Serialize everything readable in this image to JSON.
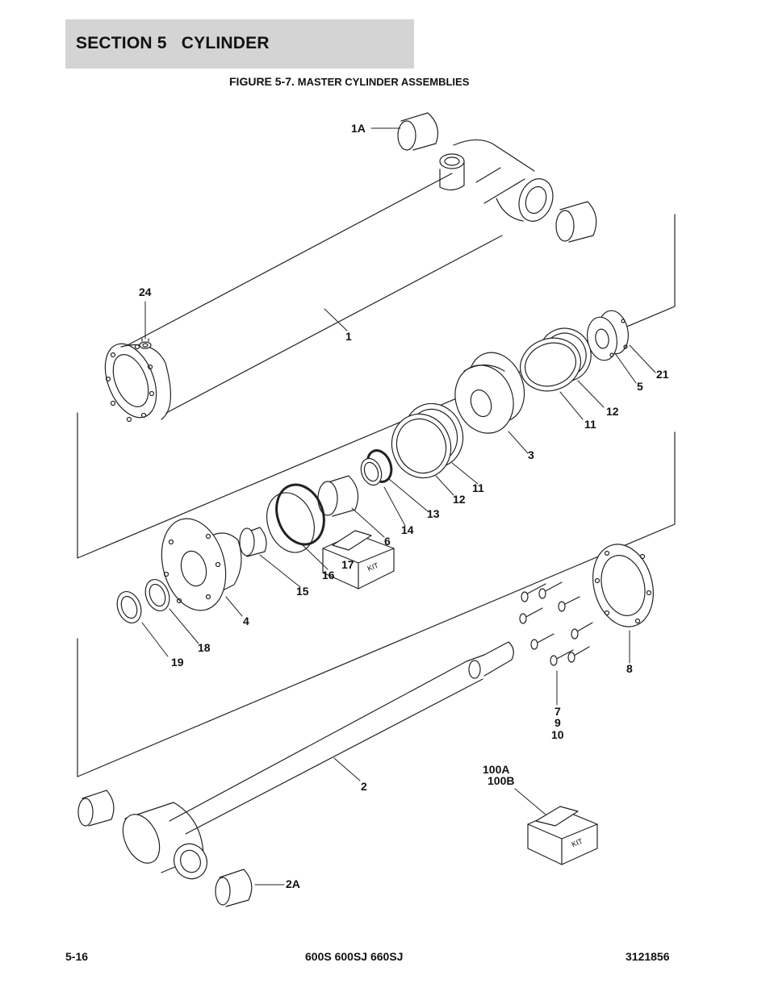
{
  "header": {
    "section_title": "SECTION 5   CYLINDER",
    "figure_number": "FIGURE 5-7.",
    "figure_title": "MASTER CYLINDER ASSEMBLIES"
  },
  "callouts": {
    "c1A": "1A",
    "c24": "24",
    "c1": "1",
    "c21": "21",
    "c5": "5",
    "c12a": "12",
    "c11a": "11",
    "c3": "3",
    "c11b": "11",
    "c12b": "12",
    "c13": "13",
    "c14": "14",
    "c6": "6",
    "c17": "17",
    "c16": "16",
    "c15": "15",
    "c4": "4",
    "c18": "18",
    "c19": "19",
    "c8": "8",
    "c7": "7",
    "c9": "9",
    "c10": "10",
    "c2": "2",
    "c100A": "100A",
    "c100B": "100B",
    "c2A": "2A"
  },
  "kit_label": "KIT",
  "footer": {
    "page": "5-16",
    "models": "600S 600SJ 660SJ",
    "doc_number": "3121856"
  }
}
